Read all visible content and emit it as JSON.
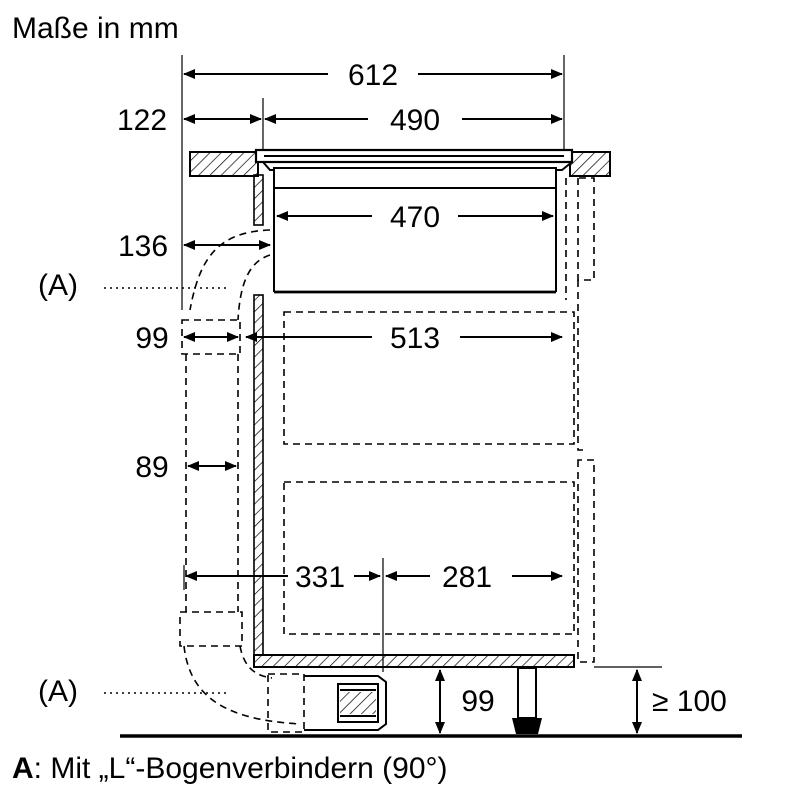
{
  "title": "Maße in mm",
  "dimensions": {
    "overall_width": "612",
    "cutout_width": "490",
    "left_offset": "122",
    "unit_width": "470",
    "duct_offset": "136",
    "cabinet_width": "513",
    "duct_width": "99",
    "duct_gap": "89",
    "left_span": "331",
    "right_span": "281",
    "bottom_height": "99",
    "plinth_height": "≥ 100"
  },
  "labels": {
    "a_upper": "(A)",
    "a_lower": "(A)"
  },
  "caption": {
    "key": "A",
    "text": ": Mit „L“-Bogenverbindern (90°)"
  }
}
